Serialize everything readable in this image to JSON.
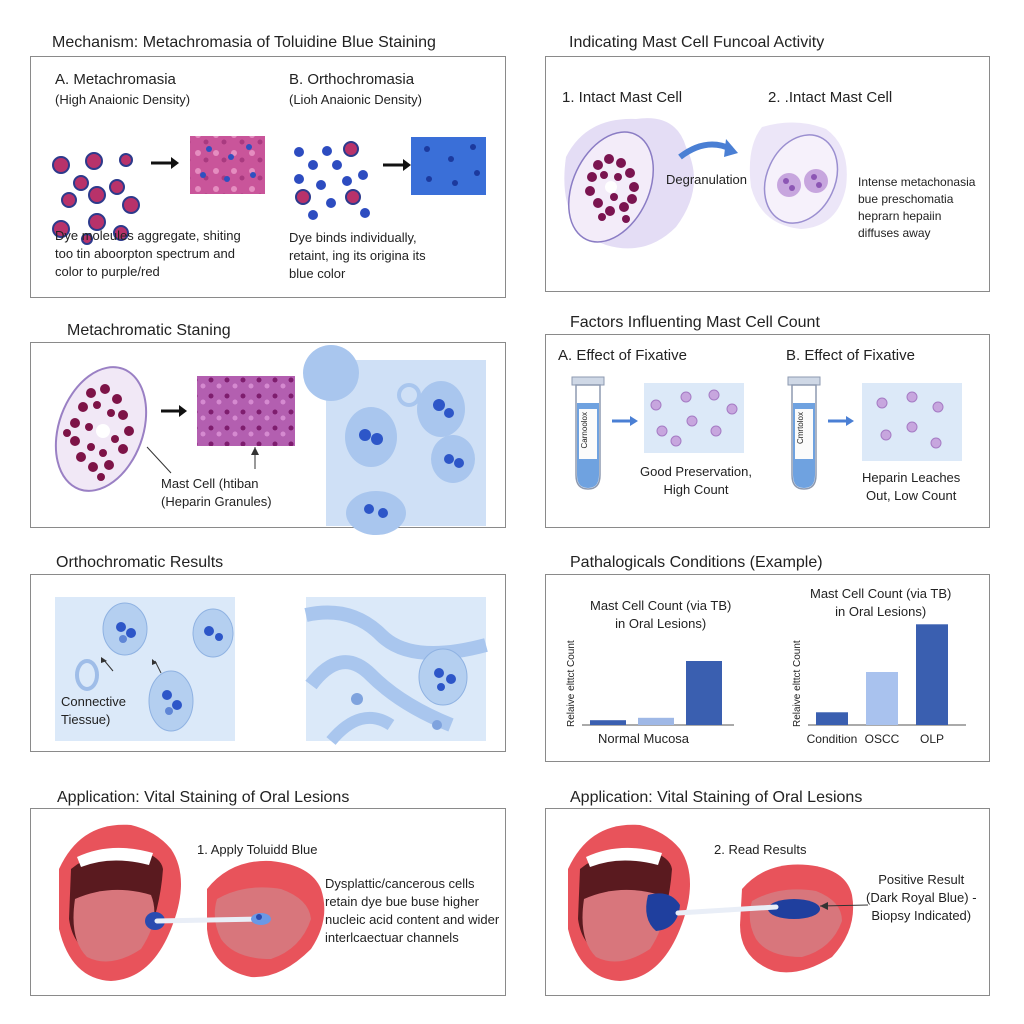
{
  "p1": {
    "title": "Mechanism: Metachromasia of Toluidine Blue Staining",
    "a_head": "A. Metachromasia",
    "a_sub": "(High Anaionic Density)",
    "b_head": "B. Orthochromasia",
    "b_sub": "(Lioh Anaionic Density)",
    "a_desc": "Dye moleules aggregate, shiting\ntoo tin aboorpton spectrum and\ncolor to purple/red",
    "b_desc": "Dye binds individually,\nretaint, ing its origina its\nblue color"
  },
  "p2": {
    "title": "Indicating Mast Cell Funcoal Activity",
    "s1": "1. Intact Mast Cell",
    "s2": "2. .Intact Mast Cell",
    "arrow_label": "Degranulation",
    "desc": "Intense metachonasia\nbue preschomatia\nheprarn hepaiin\ndiffuses away"
  },
  "p3": {
    "title": "Metachromatic Staning",
    "label": "Mast Cell (htiban\n(Heparin Granules)"
  },
  "p4": {
    "title": "Factors Influenting Mast Cell Count",
    "a_head": "A. Effect of Fixative",
    "b_head": "B. Effect of Fixative",
    "tube_a": "Carnoolox",
    "tube_b": "Cmrtolox",
    "a_result": "Good Preservation,\nHigh Count",
    "b_result": "Heparin Leaches\nOut, Low Count"
  },
  "p5": {
    "title": "Orthochromatic Results",
    "label": "Connective\nTiessue)"
  },
  "p6": {
    "title": "Pathalogicals Conditions (Example)",
    "colors": {
      "dark": "#3a5fb0",
      "light": "#9fb8e6"
    }
  },
  "p7": {
    "title": "Application: Vital Staining of Oral Lesions",
    "step": "1. Apply Toluidd Blue",
    "desc": "Dysplattic/cancerous cells\nretain dye bue buse higher\nnucleic acid content and wider\ninterlcaectuar channels"
  },
  "p8": {
    "title": "Application: Vital Staining of Oral Lesions",
    "step": "2. Read Results",
    "desc": "Positive Result\n(Dark Royal Blue) -\nBiopsy Indicated)"
  },
  "chart_data": [
    {
      "type": "bar",
      "title": "Mast Cell Count (via TB)\nin Oral Lesions)",
      "ylabel": "Relaive elttct Count",
      "categories": [
        "Normal Mucosa",
        "",
        ""
      ],
      "values": [
        6,
        9,
        80
      ],
      "ylim": [
        0,
        100
      ],
      "colors": [
        "#3a5fb0",
        "#9fb8e6",
        "#3a5fb0"
      ]
    },
    {
      "type": "bar",
      "title": "Mast Cell Count (via TB)\nin Oral Lesions)",
      "ylabel": "Relaive elttct Count",
      "categories": [
        "Condition",
        "OSCC",
        "OLP"
      ],
      "values": [
        12,
        50,
        95
      ],
      "ylim": [
        0,
        100
      ],
      "colors": [
        "#3a5fb0",
        "#a9c2ee",
        "#3a5fb0"
      ]
    }
  ]
}
